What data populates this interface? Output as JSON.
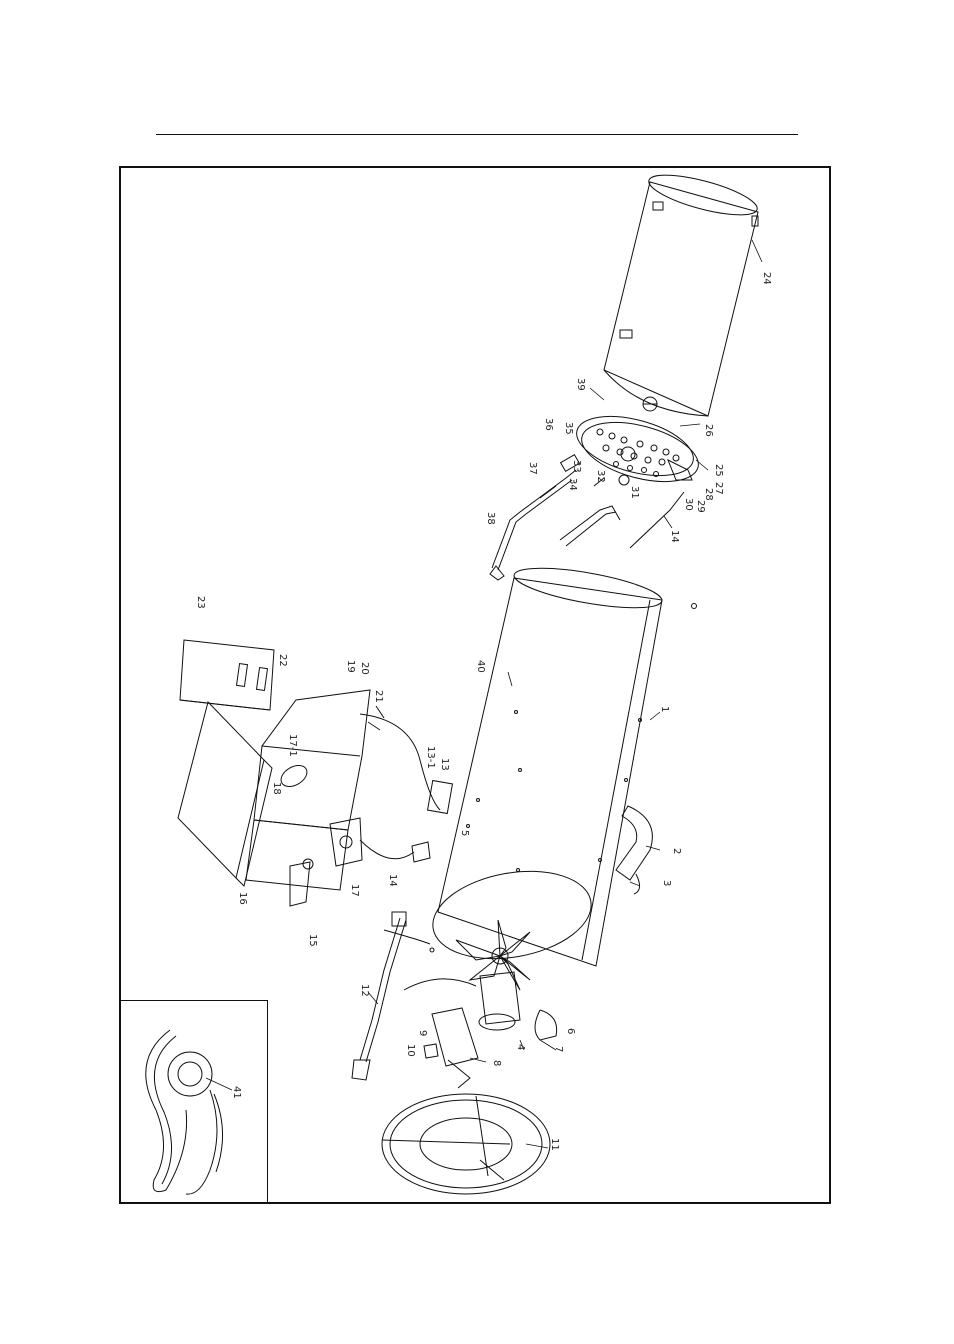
{
  "figure": {
    "part_labels": [
      "24",
      "39",
      "25",
      "26",
      "27",
      "28",
      "29",
      "30",
      "31",
      "32",
      "33",
      "34",
      "35",
      "36",
      "37",
      "38",
      "14",
      "40",
      "1",
      "2",
      "3",
      "23",
      "22",
      "19",
      "20",
      "21",
      "13",
      "13-1",
      "17-1",
      "18",
      "17",
      "16",
      "15",
      "5",
      "12",
      "6",
      "7",
      "4",
      "8",
      "9",
      "10",
      "11",
      "41"
    ]
  },
  "colors": {
    "line": "#111111",
    "label": "#222222"
  }
}
